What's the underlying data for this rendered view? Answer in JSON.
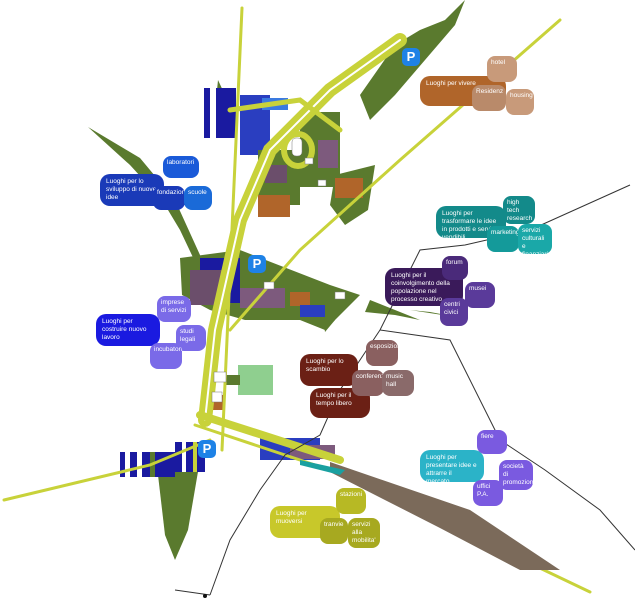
{
  "colors": {
    "green": "#5a7a2e",
    "yellow_road": "#c8d23a",
    "blue": "#1a1aa0",
    "orange": "#b0652a",
    "teal": "#138a8a",
    "purple": "#3a1a5a",
    "brown": "#6b2015",
    "cyan": "#2bb3c8",
    "olive": "#b7b924",
    "parking": "#1e82e6"
  },
  "parking": {
    "label": "P"
  },
  "groups": {
    "vivere": {
      "title": "Luoghi per vivere",
      "items": [
        "hotel",
        "Residenz",
        "housing"
      ]
    },
    "sviluppo": {
      "title": "Luoghi per lo sviluppo di nuove idee",
      "items": [
        "laboratori",
        "fondazioni",
        "scuole"
      ]
    },
    "trasformare": {
      "title": "Luoghi per trasformare le idee in prodotti e servizi vendibili",
      "items": [
        "high tech research",
        "marketing",
        "servizi culturali e finanziari"
      ]
    },
    "coinvolgimento": {
      "title": "Luoghi per il coinvolgimento della popolazione nel processo creativo",
      "items": [
        "forum",
        "musei",
        "centri civici"
      ]
    },
    "costruire": {
      "title": "Luoghi per costruire nuovo lavoro",
      "items": [
        "imprese di servizi",
        "studi legali",
        "incubatori"
      ]
    },
    "scambio": {
      "title": "Luoghi per lo scambio",
      "items": [
        "esposizioni",
        "conferenze",
        "music hall"
      ]
    },
    "tempo_libero": {
      "title": "Luoghi per il tempo libero"
    },
    "presentare": {
      "title": "Luoghi per presentare idee e attrarre il mercato.",
      "items": [
        "fiere",
        "società di promozione",
        "uffici P.A."
      ]
    },
    "muoversi": {
      "title": "Luoghi per muoversi",
      "items": [
        "stazioni",
        "tranvie",
        "servizi alla mobilita'"
      ]
    }
  }
}
